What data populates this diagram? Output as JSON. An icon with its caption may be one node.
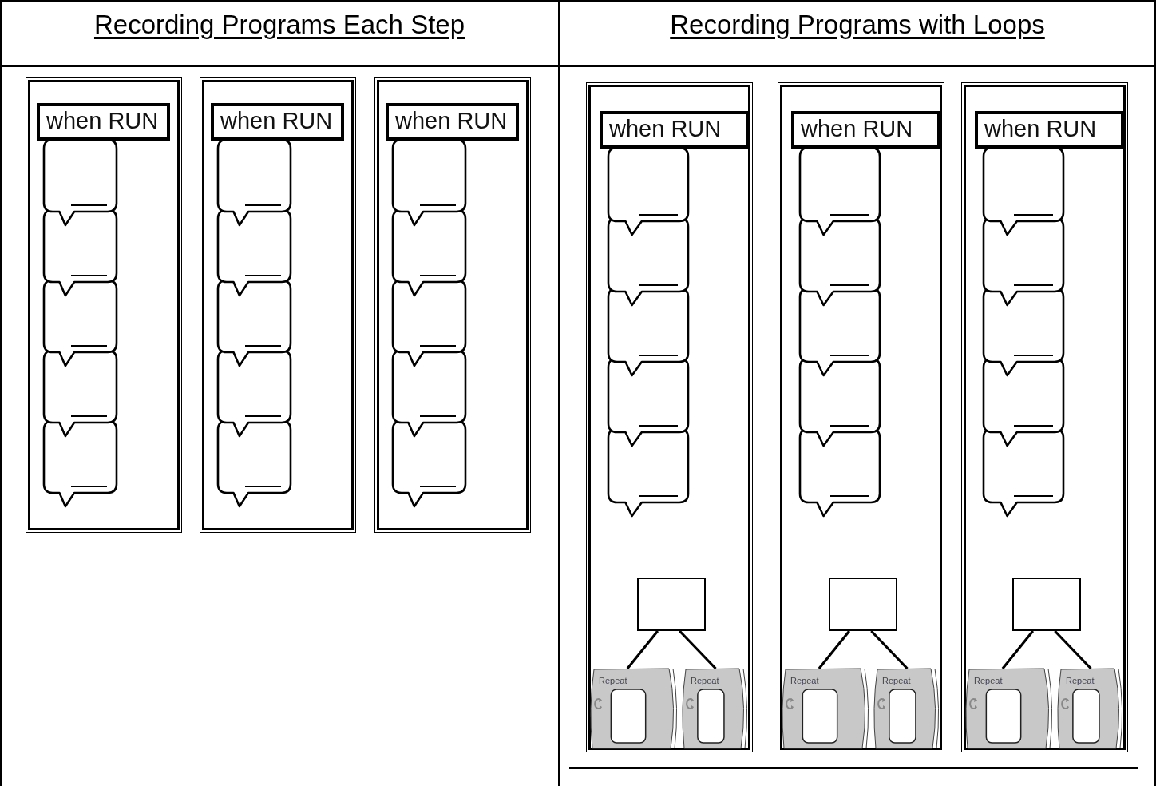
{
  "diagram": {
    "nodes": [
      {
        "text": [],
        "shape": "box"
      },
      {
        "text": [
          "when RUN"
        ],
        "in": 0
      },
      {
        "text": [],
        "shape": "bubble",
        "in": 0
      },
      {
        "text": [],
        "shape": "bubble",
        "in": 0
      },
      {
        "text": [],
        "shape": "bubble",
        "in": 0
      },
      {
        "text": [],
        "shape": "bubble",
        "in": 0
      },
      {
        "text": [],
        "shape": "bubble",
        "in": 0
      },
      {
        "text": [],
        "shape": "box"
      },
      {
        "text": [
          "when RUN"
        ],
        "in": 7
      },
      {
        "text": [],
        "shape": "bubble",
        "in": 7
      },
      {
        "text": [],
        "shape": "bubble",
        "in": 7
      },
      {
        "text": [],
        "shape": "bubble",
        "in": 7
      },
      {
        "text": [],
        "shape": "bubble",
        "in": 7
      },
      {
        "text": [],
        "shape": "bubble",
        "in": 7
      },
      {
        "text": [],
        "shape": "box"
      },
      {
        "text": [
          "when RUN"
        ],
        "in": 14
      },
      {
        "text": [],
        "shape": "bubble",
        "in": 14
      },
      {
        "text": [],
        "shape": "bubble",
        "in": 14
      },
      {
        "text": [],
        "shape": "bubble",
        "in": 14
      },
      {
        "text": [],
        "shape": "bubble",
        "in": 14
      },
      {
        "text": [],
        "shape": "bubble",
        "in": 14
      },
      {
        "text": [],
        "shape": "box"
      },
      {
        "text": [
          "when RUN"
        ],
        "in": 21
      },
      {
        "text": [],
        "shape": "bubble",
        "in": 21
      },
      {
        "text": [],
        "shape": "bubble",
        "in": 21
      },
      {
        "text": [],
        "shape": "bubble",
        "in": 21
      },
      {
        "text": [],
        "shape": "bubble",
        "in": 21
      },
      {
        "text": [],
        "shape": "bubble",
        "in": 21
      },
      {
        "text": [],
        "shape": "box",
        "in": 21
      },
      {
        "text": [
          "Repeat ___"
        ],
        "in": 21
      },
      {
        "text": [
          "Repeat__"
        ],
        "in": 21
      },
      {
        "text": [],
        "shape": "box"
      },
      {
        "text": [
          "when RUN"
        ],
        "in": 31
      },
      {
        "text": [],
        "shape": "bubble",
        "in": 31
      },
      {
        "text": [],
        "shape": "bubble",
        "in": 31
      },
      {
        "text": [],
        "shape": "bubble",
        "in": 31
      },
      {
        "text": [],
        "shape": "bubble",
        "in": 31
      },
      {
        "text": [],
        "shape": "bubble",
        "in": 31
      },
      {
        "text": [],
        "shape": "box",
        "in": 31
      },
      {
        "text": [
          "Repeat___"
        ],
        "in": 31
      },
      {
        "text": [
          "Repeat__"
        ],
        "in": 31
      },
      {
        "text": [],
        "shape": "box"
      },
      {
        "text": [
          "when RUN"
        ],
        "in": 41
      },
      {
        "text": [],
        "shape": "bubble",
        "in": 41
      },
      {
        "text": [],
        "shape": "bubble",
        "in": 41
      },
      {
        "text": [],
        "shape": "bubble",
        "in": 41
      },
      {
        "text": [],
        "shape": "bubble",
        "in": 41
      },
      {
        "text": [],
        "shape": "bubble",
        "in": 41
      },
      {
        "text": [],
        "shape": "box",
        "in": 41
      },
      {
        "text": [
          "Repeat___"
        ],
        "in": 41
      },
      {
        "text": [
          "Repeat__"
        ],
        "in": 41
      }
    ],
    "edges": [
      {
        "from": 28,
        "to": 29,
        "arrow": "none"
      },
      {
        "from": 28,
        "to": 30,
        "arrow": "none"
      },
      {
        "from": 38,
        "to": 39,
        "arrow": "none"
      },
      {
        "from": 38,
        "to": 40,
        "arrow": "none"
      },
      {
        "from": 48,
        "to": 49,
        "arrow": "none"
      },
      {
        "from": 48,
        "to": 50,
        "arrow": "none"
      }
    ],
    "labels": [
      "Recording Programs Each Step",
      "Recording Programs with Loops"
    ]
  }
}
